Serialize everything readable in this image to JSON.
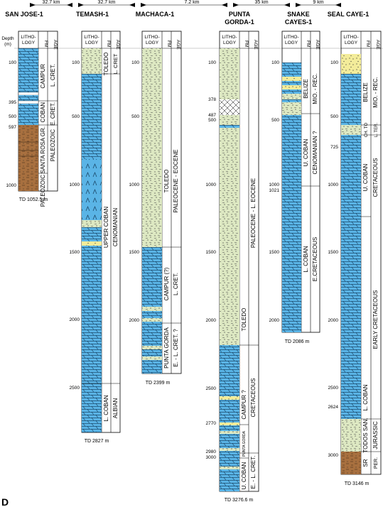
{
  "figure_letter": "D",
  "colors": {
    "carbonate": "#5ab4e6",
    "clastic_green": "#dde8c2",
    "clastic_yellow": "#f3ec9a",
    "basement": "#a8703f",
    "line": "#000000"
  },
  "header": {
    "depth_label_1": "Depth",
    "depth_label_2": "(m)",
    "litho_1": "LITHO-",
    "litho_2": "LOGY",
    "fm": "FM",
    "age": "AGE"
  },
  "spacings": [
    "32.7 km",
    "32.7 km",
    "7.2 km",
    "35 km",
    "9 km"
  ],
  "wells": [
    {
      "name": [
        "SAN JOSE-1"
      ],
      "td": "TD 1052.5 m",
      "depths": [
        "100",
        "395",
        "500",
        "597",
        "1000"
      ],
      "formations": [
        "CAMPUR",
        "COBAN",
        "SANTA ROSA GR.",
        "PALEOZOIC"
      ],
      "ages": [
        "L. CRET.",
        "E. CRET.",
        "PALEOZOIC"
      ]
    },
    {
      "name": [
        "TEMASH-1"
      ],
      "td": "TD 2827 m",
      "depths": [
        "100",
        "500",
        "1000",
        "1500",
        "2000",
        "2500"
      ],
      "formations": [
        "TOLEDO",
        "UPPER COBAN",
        "L. COBAN"
      ],
      "ages": [
        "L. CRET",
        "CENOMANIAN",
        "ALBIAN"
      ]
    },
    {
      "name": [
        "MACHACA-1"
      ],
      "td": "TD 2399 m",
      "depths": [
        "100",
        "500",
        "1000",
        "1500",
        "2000"
      ],
      "formations": [
        "TOLEDO",
        "CAMPUR (?)",
        "PUNTA GORDA"
      ],
      "ages": [
        "PALEOCENE - EOCENE",
        "L. CRET.",
        "E. - L. CRET. ?"
      ]
    },
    {
      "name": [
        "PUNTA",
        "GORDA-1"
      ],
      "td": "TD 3276.6 m",
      "depths": [
        "100",
        "378",
        "487",
        "500",
        "1000",
        "1500",
        "2000",
        "2500",
        "2770",
        "2980",
        "3000"
      ],
      "formations": [
        "TOLEDO",
        "CAMPUR ?",
        "PUNTA GORDA",
        "U. COBAN"
      ],
      "ages": [
        "PALEOCENE - L. EOCENE",
        "CRETACEOUS",
        "E. - L. CRET."
      ]
    },
    {
      "name": [
        "SNAKE",
        "CAYES-1"
      ],
      "td": "TD 2086 m",
      "depths": [
        "100",
        "500",
        "1000",
        "1021",
        "1500",
        "2000"
      ],
      "formations": [
        "BELIZE",
        "U. COBAN",
        "L. COBAN"
      ],
      "ages": [
        "MIO. - REC.",
        "CENOMANIAN ?",
        "E.CRETACEOUS"
      ]
    },
    {
      "name": [
        "SEAL CAYE-1"
      ],
      "td": "TD 3146 m",
      "depths": [
        "100",
        "500",
        "725",
        "1000",
        "1500",
        "2000",
        "2500",
        "2624",
        "3000"
      ],
      "formations": [
        "BELIZE",
        "CH. TO",
        "U. COBAN",
        "L. COBAN",
        "TODOS SAN.",
        "SR"
      ],
      "ages": [
        "MIO. - REC.",
        "L. TER.",
        "CRETACEOUS",
        "EARLY CRETACEOUS",
        "JURASSIC",
        "PER."
      ]
    }
  ]
}
